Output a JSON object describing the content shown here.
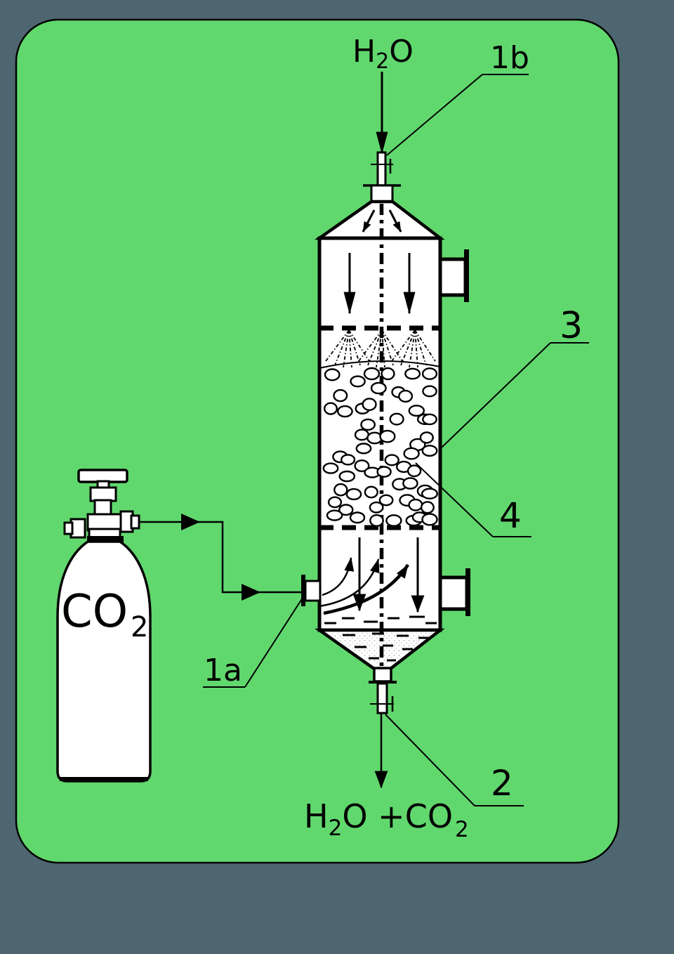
{
  "colors": {
    "backdrop": "#4d6670",
    "panel": "#61d86e",
    "ink": "#000000",
    "shape_fill": "#ffffff"
  },
  "labels": {
    "water_inlet": {
      "main": "H",
      "sub": "2",
      "end": "O"
    },
    "callout_1b": "1b",
    "callout_3": "3",
    "callout_4": "4",
    "callout_1a": "1a",
    "callout_2": "2",
    "cylinder": {
      "main": "CO",
      "sub": "2"
    },
    "outlet": {
      "p1": "H",
      "s1": "2",
      "p2": "O +CO",
      "s2": "2"
    }
  }
}
